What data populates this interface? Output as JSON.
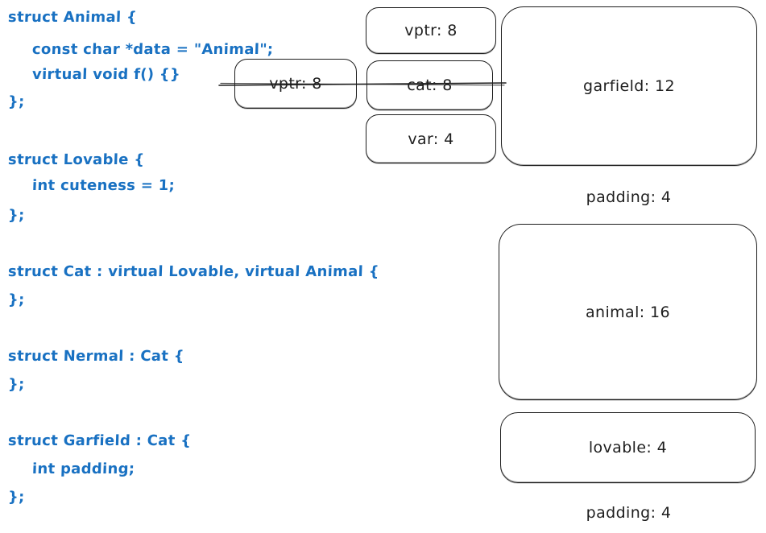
{
  "colors": {
    "background": "#ffffff",
    "code_text": "#1971c2",
    "ink": "#1e1e1e"
  },
  "code": {
    "lines": [
      {
        "text": "struct Animal {"
      },
      {
        "text": "const char *data = \"Animal\";"
      },
      {
        "text": "virtual void f() {}"
      },
      {
        "text": "};"
      },
      {
        "text": "struct Lovable {"
      },
      {
        "text": "int cuteness = 1;"
      },
      {
        "text": "};"
      },
      {
        "text": "struct Cat : virtual Lovable, virtual Animal {"
      },
      {
        "text": "};"
      },
      {
        "text": "struct Nermal : Cat {"
      },
      {
        "text": "};"
      },
      {
        "text": "struct Garfield : Cat {"
      },
      {
        "text": "int padding;"
      },
      {
        "text": "};"
      }
    ]
  },
  "memory_layout": {
    "boxes": [
      {
        "name": "vptr-crossed-out",
        "label": "vptr: 8",
        "crossed_out": true
      },
      {
        "name": "vptr",
        "label": "vptr: 8",
        "crossed_out": false
      },
      {
        "name": "cat",
        "label": "cat: 8",
        "crossed_out": true
      },
      {
        "name": "var",
        "label": "var: 4",
        "crossed_out": false
      },
      {
        "name": "garfield",
        "label": "garfield: 12",
        "crossed_out": false
      },
      {
        "name": "animal",
        "label": "animal: 16",
        "crossed_out": false
      },
      {
        "name": "lovable",
        "label": "lovable: 4",
        "crossed_out": false
      }
    ],
    "floating_labels": [
      {
        "name": "padding-upper",
        "text": "padding: 4"
      },
      {
        "name": "padding-lower",
        "text": "padding: 4"
      }
    ]
  }
}
